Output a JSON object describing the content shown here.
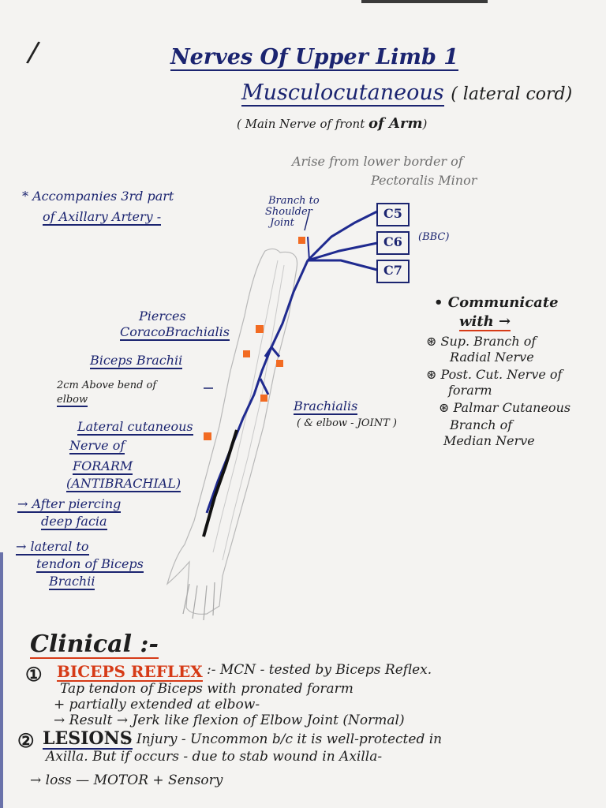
{
  "title": "Nerves Of Upper Limb",
  "title_number": "1",
  "subtitle": "Musculocutaneous",
  "subtitle_cord": "( lateral cord)",
  "sub_note": "( Main Nerve of front",
  "sub_note_tail": "of Arm",
  "arise": [
    "Arise from lower border of",
    "Pectoralis Minor"
  ],
  "accompanies": [
    "* Accompanies 3rd part",
    "of Axillary Artery -"
  ],
  "branch_shoulder": [
    "Branch to",
    "Shoulder",
    "Joint"
  ],
  "roots": [
    "C5",
    "C6",
    "C7"
  ],
  "bbc": "(BBC)",
  "communicate_title": [
    "• Communicate",
    "with →"
  ],
  "communicate_items": [
    [
      "⊛ Sup. Branch of",
      "Radial Nerve"
    ],
    [
      "⊛ Post. Cut. Nerve of",
      "forarm"
    ],
    [
      "⊛ Palmar Cutaneous",
      "Branch of",
      "Median Nerve"
    ]
  ],
  "pierces": [
    "Pierces",
    "CoracoBrachialis"
  ],
  "biceps": "Biceps Brachii",
  "above_bend": [
    "2cm Above bend of",
    "elbow"
  ],
  "brachialis": [
    "Brachialis",
    "( & elbow - JOINT )"
  ],
  "lateral_cut": [
    "Lateral cutaneous",
    "Nerve of",
    "FORARM",
    "(ANTIBRACHIAL)"
  ],
  "after_piercing": [
    "→ After piercing",
    "deep facia"
  ],
  "lateral_tendon": [
    "→ lateral to",
    "tendon of Biceps",
    "Brachii"
  ],
  "clinical_title": "Clinical :-",
  "clinical_1_num": "①",
  "clinical_1_head": "BICEPS REFLEX",
  "clinical_1_lines": [
    ":- MCN - tested by Biceps Reflex.",
    "Tap tendon of Biceps with pronated forarm",
    "+ partially extended at elbow-",
    "→ Result → Jerk like flexion of Elbow Joint (Normal)"
  ],
  "clinical_2_num": "②",
  "clinical_2_head": "LESIONS",
  "clinical_2_lines": [
    ":- Injury - Uncommon b/c it is well-protected in",
    "Axilla. But if occurs - due to stab wound in Axilla-",
    "→ loss — MOTOR + Sensory"
  ],
  "colors": {
    "ink_blue": "#1b2470",
    "ink_black": "#1e1e1e",
    "red": "#d63b17",
    "orange_marker": "#f26b22",
    "nerve": "#1f2a8f"
  }
}
